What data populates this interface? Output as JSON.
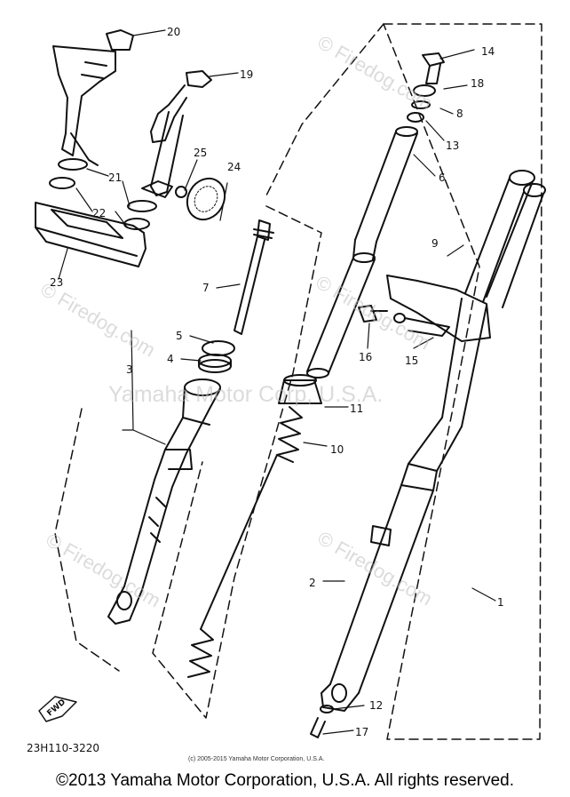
{
  "diagram": {
    "part_labels": [
      "1",
      "2",
      "3",
      "4",
      "5",
      "6",
      "7",
      "8",
      "9",
      "10",
      "11",
      "12",
      "13",
      "14",
      "15",
      "16",
      "17",
      "18",
      "19",
      "20",
      "21",
      "22",
      "23",
      "24",
      "25"
    ],
    "part_code": "23H110-3220",
    "fwd_label": "FWD",
    "small_copyright": "(c) 2005-2015 Yamaha Motor Corporation, U.S.A.",
    "watermarks": [
      "© Firedog.com",
      "© Firedog.com",
      "© Firedog.com",
      "© Firedog.com",
      "© Firedog.com",
      "Yamaha Motor Corp, U.S.A."
    ]
  },
  "footer": {
    "copyright": "©2013 Yamaha Motor Corporation, U.S.A. All rights reserved."
  }
}
